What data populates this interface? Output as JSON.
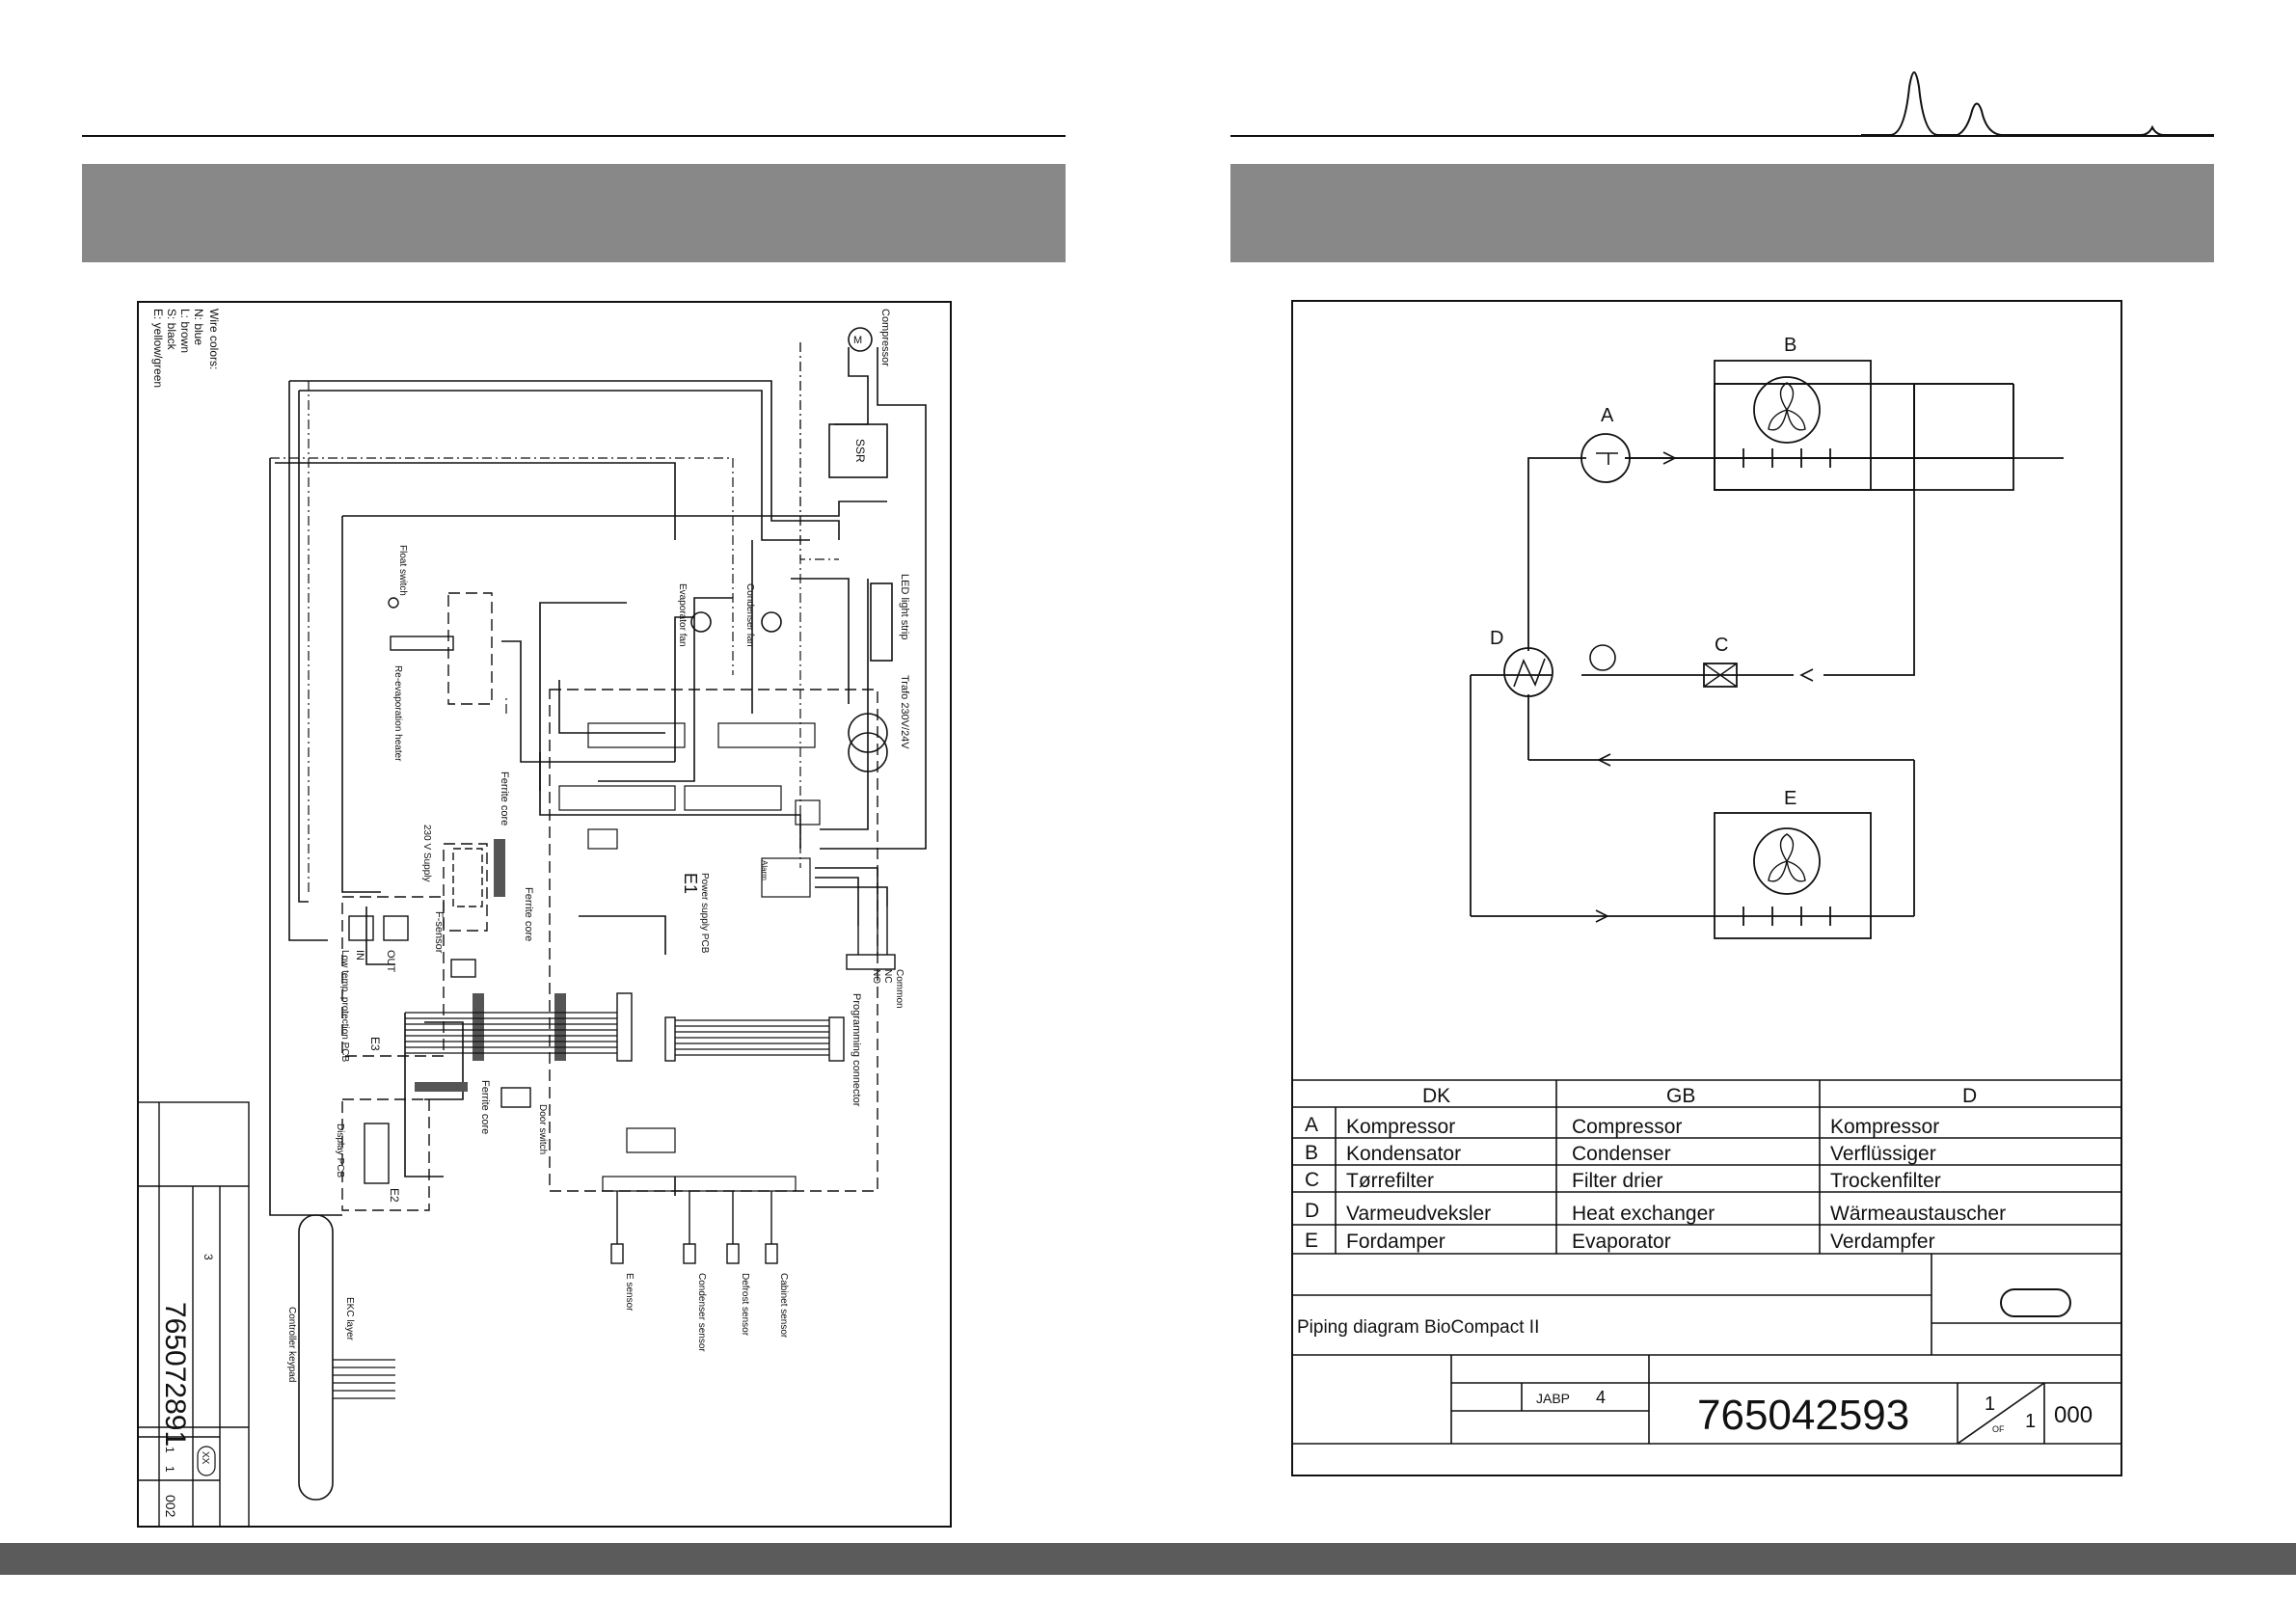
{
  "wiring": {
    "wire_colors_title": "Wire colors:",
    "wire_colors": [
      "N: blue",
      "L: brown",
      "S: black",
      "E: yellow/green"
    ],
    "components": {
      "compressor": "Compressor",
      "ssr": "SSR",
      "led_strip": "LED light strip",
      "trafo": "Trafo 230V/24V",
      "condenser_fan": "Condenser fan",
      "evaporator_fan": "Evaporator fan",
      "float_switch": "Float switch",
      "reevap_heater": "Re-evaporation heater",
      "ferrite_core_1": "Ferrite core",
      "ferrite_core_2": "Ferrite core",
      "ferrite_core_3": "Ferrite core",
      "supply": "230 V Supply",
      "e1": "E1",
      "power_pcb": "Power supply PCB",
      "alarm": "Alarm",
      "common": "Common",
      "nc": "NC",
      "no": "NO",
      "prog_connector": "Programming connector",
      "f_sensor": "F-sensor",
      "in": "IN",
      "out": "OUT",
      "low_temp_pcb": "Low temp. protection PCB",
      "e3": "E3",
      "door_switch": "Door switch",
      "display_pcb": "Display PCB",
      "e2": "E2",
      "ekc_layer": "EKC layer",
      "controller_keypad": "Controller keypad",
      "e_sensor": "E sensor",
      "condenser_sensor": "Condenser sensor",
      "defrost_sensor": "Defrost sensor",
      "cabinet_sensor": "Cabinet sensor"
    },
    "title_block": {
      "drawing_no": "765072891",
      "sheet": "1",
      "sheet_of": "1",
      "rev": "002",
      "scale": "3",
      "signature": "XX"
    }
  },
  "piping": {
    "labels": {
      "A": "A",
      "B": "B",
      "C": "C",
      "D": "D",
      "E": "E"
    },
    "table": {
      "headers": [
        "DK",
        "GB",
        "D"
      ],
      "rows": [
        {
          "key": "A",
          "dk": "Kompressor",
          "gb": "Compressor",
          "d": "Kompressor"
        },
        {
          "key": "B",
          "dk": "Kondensator",
          "gb": "Condenser",
          "d": "Verflüssiger"
        },
        {
          "key": "C",
          "dk": "Tørrefilter",
          "gb": "Filter drier",
          "d": "Trockenfilter"
        },
        {
          "key": "D",
          "dk": "Varmeudveksler",
          "gb": "Heat exchanger",
          "d": "Wärmeaustauscher"
        },
        {
          "key": "E",
          "dk": "Fordamper",
          "gb": "Evaporator",
          "d": "Verdampfer"
        }
      ]
    },
    "title": "Piping diagram BioCompact II",
    "signature": "JABP",
    "scale": "4",
    "drawing_no": "765042593",
    "sheet": "1",
    "of_label": "OF",
    "sheet_total": "1",
    "rev": "000"
  }
}
